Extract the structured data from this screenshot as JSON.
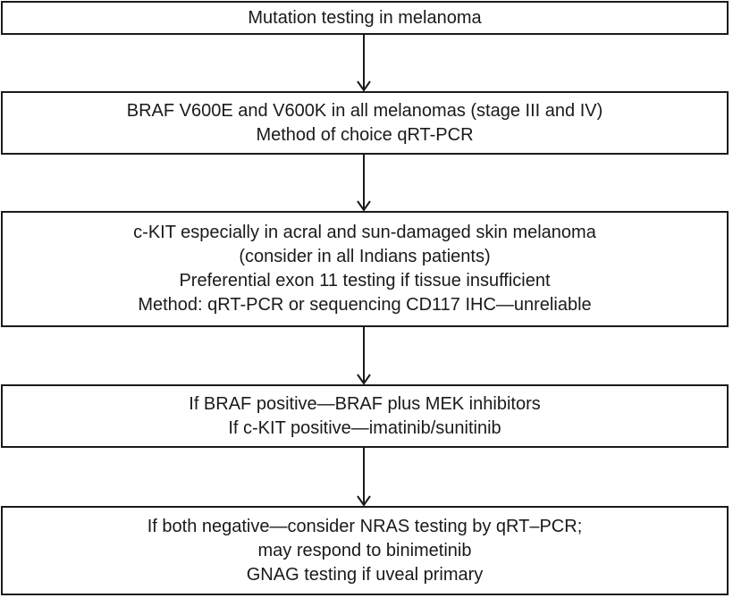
{
  "flowchart": {
    "steps": [
      {
        "lines": [
          "Mutation testing in melanoma"
        ]
      },
      {
        "lines": [
          "BRAF V600E and V600K in all melanomas (stage III and IV)",
          "Method of choice qRT-PCR"
        ]
      },
      {
        "lines": [
          "c-KIT especially in acral and sun-damaged skin melanoma",
          "(consider in all Indians patients)",
          "Preferential exon 11 testing if tissue insufficient",
          "Method: qRT-PCR or sequencing CD117 IHC—unreliable"
        ]
      },
      {
        "lines": [
          "If BRAF positive—BRAF plus MEK inhibitors",
          "If c-KIT positive—imatinib/sunitinib"
        ]
      },
      {
        "lines": [
          "If both negative—consider NRAS testing by qRT–PCR;",
          "may respond to binimetinib",
          "GNAG testing if uveal primary"
        ]
      }
    ]
  }
}
